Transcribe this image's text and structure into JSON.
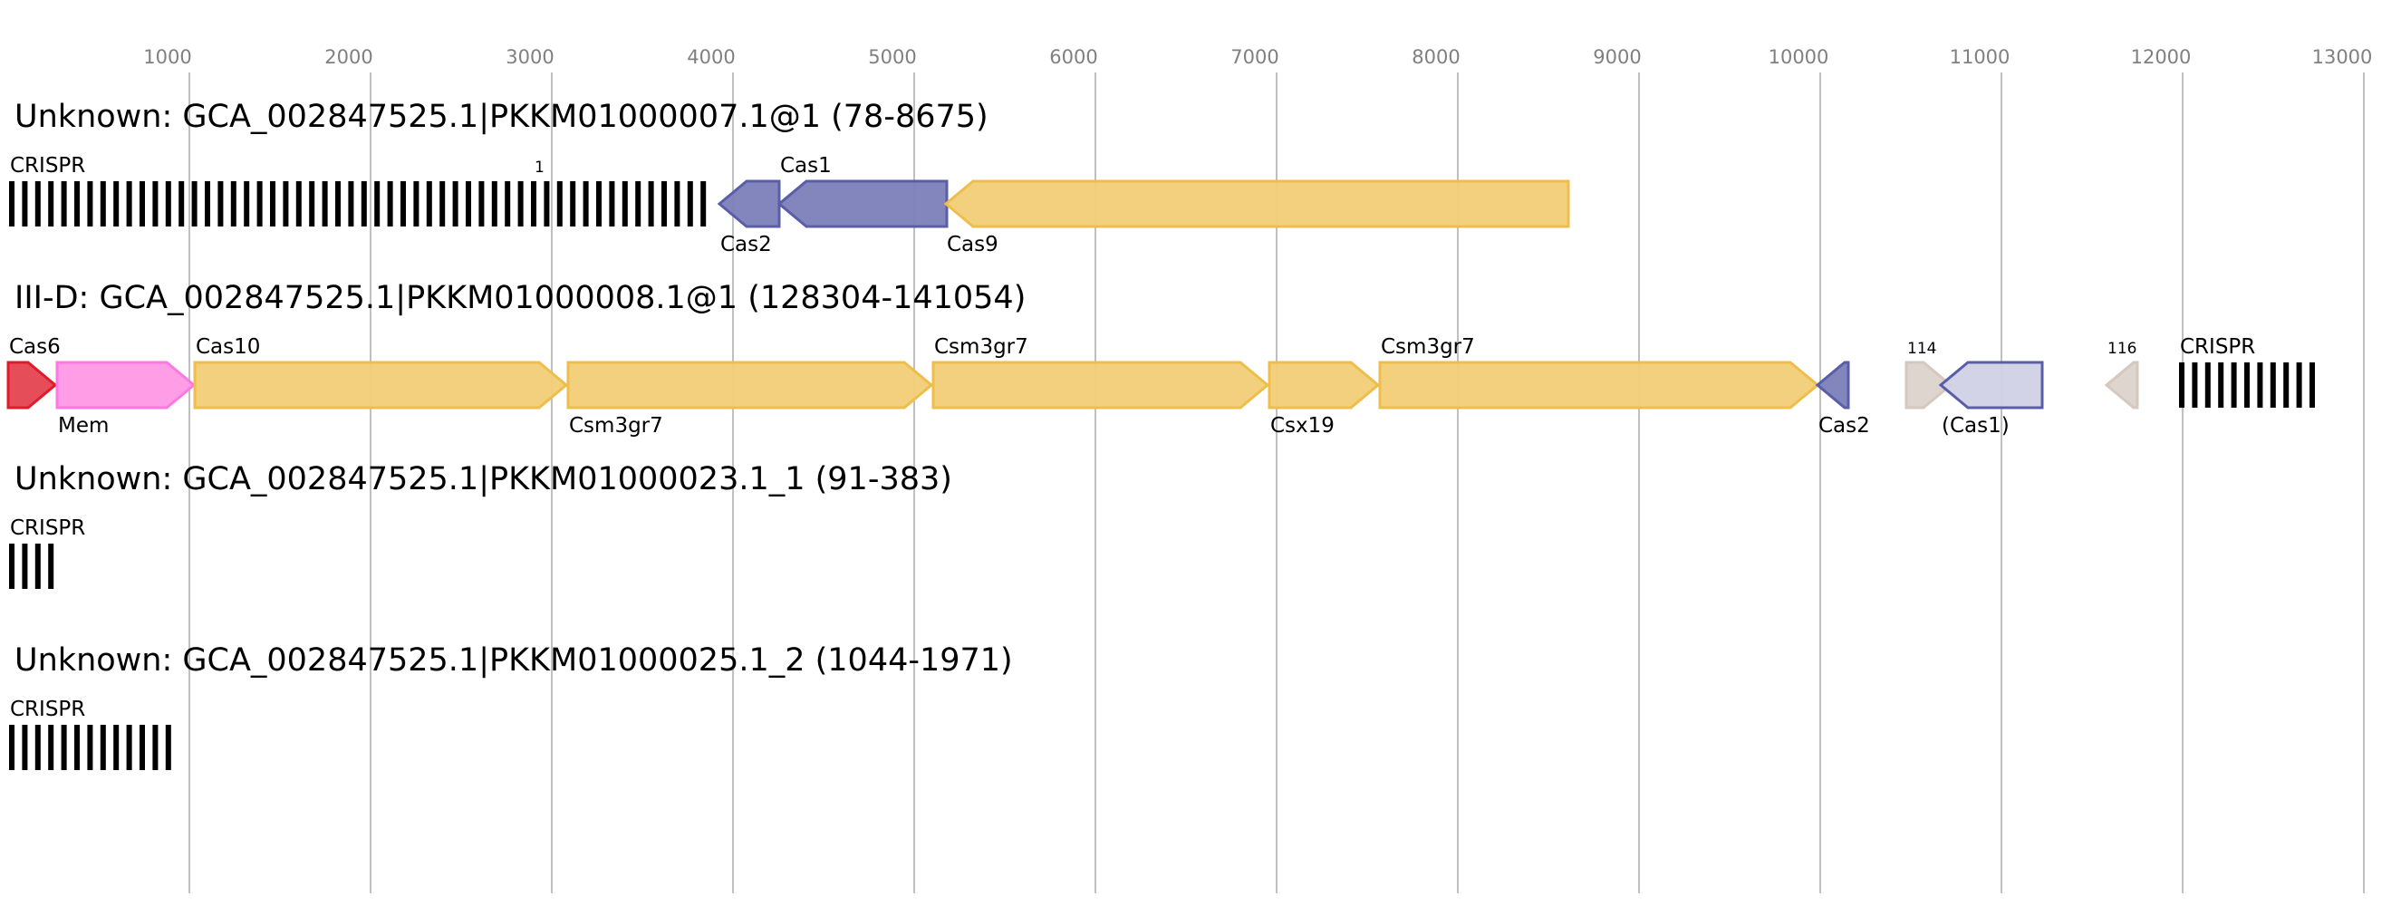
{
  "axis": {
    "ticks": [
      1000,
      2000,
      3000,
      4000,
      5000,
      6000,
      7000,
      8000,
      9000,
      10000,
      11000,
      12000,
      13000
    ]
  },
  "colors": {
    "yellow": {
      "fill": "#f2cd76",
      "stroke": "#efbd4a"
    },
    "blue": {
      "fill": "#7b7fb8",
      "stroke": "#5a5ea8"
    },
    "red": {
      "fill": "#e4434f",
      "stroke": "#e01b2a"
    },
    "pink": {
      "fill": "#ff99e6",
      "stroke": "#ff77e0"
    },
    "grey": {
      "fill": "#dcd3cc",
      "stroke": "#d4c8bf"
    },
    "lightblue": {
      "fill": "#d0d1e6",
      "stroke": "#5a5ea8"
    }
  },
  "tracks": [
    {
      "title": "Unknown: GCA_002847525.1|PKKM01000007.1@1 (78-8675)",
      "features": [
        {
          "type": "crispr",
          "label": "CRISPR",
          "start": 5,
          "end": 3885,
          "pos": "above"
        },
        {
          "type": "note",
          "label": "1",
          "start": 2925,
          "end": 2925,
          "pos": "above"
        },
        {
          "type": "gene",
          "label": "Cas2",
          "start": 3925,
          "end": 4255,
          "strand": "-",
          "color": "blue",
          "pos": "below"
        },
        {
          "type": "gene",
          "label": "Cas1",
          "start": 4255,
          "end": 5180,
          "strand": "-",
          "color": "blue",
          "pos": "above"
        },
        {
          "type": "gene",
          "label": "Cas9",
          "start": 5175,
          "end": 8610,
          "strand": "-",
          "color": "yellow",
          "pos": "below"
        }
      ]
    },
    {
      "title": "III-D: GCA_002847525.1|PKKM01000008.1@1 (128304-141054)",
      "features": [
        {
          "type": "gene",
          "label": "Cas6",
          "start": 0,
          "end": 260,
          "strand": "+",
          "color": "red",
          "pos": "above"
        },
        {
          "type": "gene",
          "label": "Mem",
          "start": 270,
          "end": 1025,
          "strand": "+",
          "color": "pink",
          "pos": "below"
        },
        {
          "type": "gene",
          "label": "Cas10",
          "start": 1030,
          "end": 3080,
          "strand": "+",
          "color": "yellow",
          "pos": "above"
        },
        {
          "type": "gene",
          "label": "Csm3gr7",
          "start": 3090,
          "end": 5095,
          "strand": "+",
          "color": "yellow",
          "pos": "below"
        },
        {
          "type": "gene",
          "label": "Csm3gr7",
          "start": 5105,
          "end": 6950,
          "strand": "+",
          "color": "yellow",
          "pos": "above"
        },
        {
          "type": "gene",
          "label": "Csx19",
          "start": 6960,
          "end": 7560,
          "strand": "+",
          "color": "yellow",
          "pos": "below"
        },
        {
          "type": "gene",
          "label": "Csm3gr7",
          "start": 7570,
          "end": 9985,
          "strand": "+",
          "color": "yellow",
          "pos": "above"
        },
        {
          "type": "gene",
          "label": "Cas2",
          "start": 9985,
          "end": 10155,
          "strand": "-",
          "color": "blue",
          "pos": "below"
        },
        {
          "type": "gene",
          "label": "114",
          "start": 10475,
          "end": 10720,
          "strand": "+",
          "color": "grey",
          "pos": "above",
          "small": true
        },
        {
          "type": "gene",
          "label": "(Cas1)",
          "start": 10665,
          "end": 11225,
          "strand": "-",
          "color": "lightblue",
          "pos": "below"
        },
        {
          "type": "gene",
          "label": "116",
          "start": 11580,
          "end": 11750,
          "strand": "-",
          "color": "grey",
          "pos": "above",
          "small": true
        },
        {
          "type": "crispr",
          "label": "CRISPR",
          "start": 11980,
          "end": 12755,
          "pos": "above"
        }
      ]
    },
    {
      "title": "Unknown: GCA_002847525.1|PKKM01000023.1_1 (91-383)",
      "features": [
        {
          "type": "crispr",
          "label": "CRISPR",
          "start": 5,
          "end": 295,
          "pos": "above"
        }
      ]
    },
    {
      "title": "Unknown: GCA_002847525.1|PKKM01000025.1_2 (1044-1971)",
      "features": [
        {
          "type": "crispr",
          "label": "CRISPR",
          "start": 5,
          "end": 940,
          "pos": "above"
        }
      ]
    }
  ]
}
